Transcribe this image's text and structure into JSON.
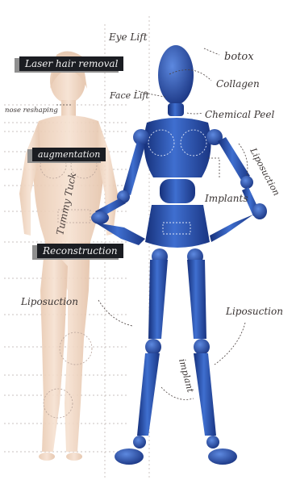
{
  "labels": {
    "eye_lift": "Eye Lift",
    "botox": "botox",
    "laser_hair_removal": "Laser hair removal",
    "collagen": "Collagen",
    "nose_reshaping": "nose reshaping",
    "face_lift": "Face Lift",
    "chemical_peel": "Chemical Peel",
    "augmentation": "augmentation",
    "liposuction_arm": "Liposuction",
    "implants": "Implants",
    "tummy_tuck": "Tummy Tuck",
    "reconstruction": "Reconstruction",
    "liposuction_left": "Liposuction",
    "liposuction_right": "Liposuction",
    "implant_leg": "implant"
  },
  "colors": {
    "mannequin_blue": "#2d56b3",
    "skin": "#f1d6c0",
    "tag_bg": "#1b1d22",
    "text": "#3a3433",
    "dotted": "#8a7a76"
  }
}
